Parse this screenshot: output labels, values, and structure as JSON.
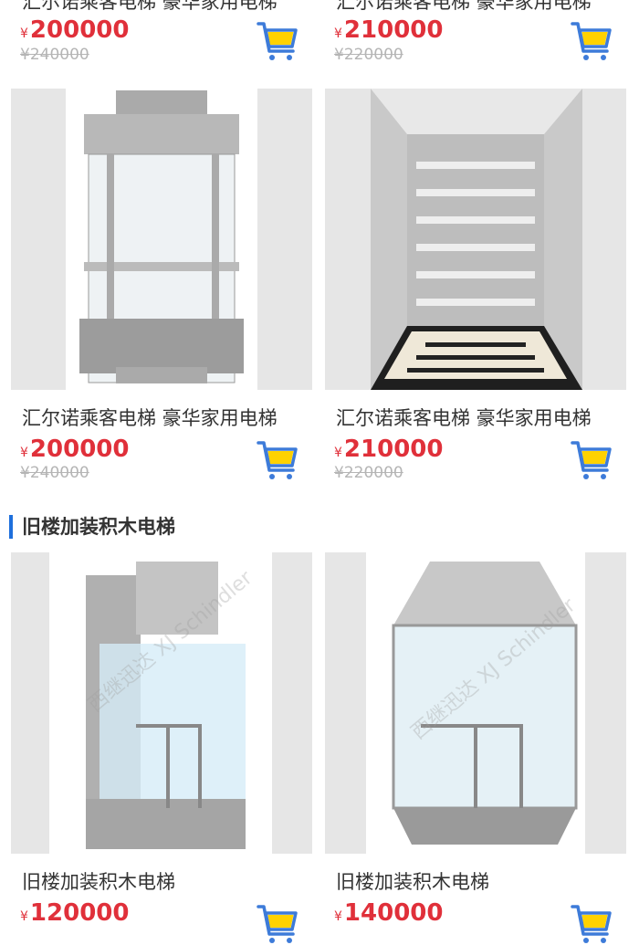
{
  "top_row": [
    {
      "title": "汇尔诺乘客电梯 豪华家用电梯",
      "currency": "¥",
      "price": "200000",
      "old_price": "¥240000"
    },
    {
      "title": "汇尔诺乘客电梯 豪华家用电梯",
      "currency": "¥",
      "price": "210000",
      "old_price": "¥220000"
    }
  ],
  "row2": [
    {
      "title": "汇尔诺乘客电梯 豪华家用电梯",
      "currency": "¥",
      "price": "200000",
      "old_price": "¥240000"
    },
    {
      "title": "汇尔诺乘客电梯 豪华家用电梯",
      "currency": "¥",
      "price": "210000",
      "old_price": "¥220000"
    }
  ],
  "section": {
    "title": "旧楼加装积木电梯"
  },
  "row3": [
    {
      "title": "旧楼加装积木电梯",
      "currency": "¥",
      "price": "120000",
      "watermark": "西继迅达 XJ Schindler"
    },
    {
      "title": "旧楼加装积木电梯",
      "currency": "¥",
      "price": "140000",
      "watermark": "西继迅达 XJ Schindler"
    }
  ],
  "colors": {
    "price": "#e0303a",
    "accent": "#1e6fdc",
    "cart_fill": "#ffd200"
  }
}
